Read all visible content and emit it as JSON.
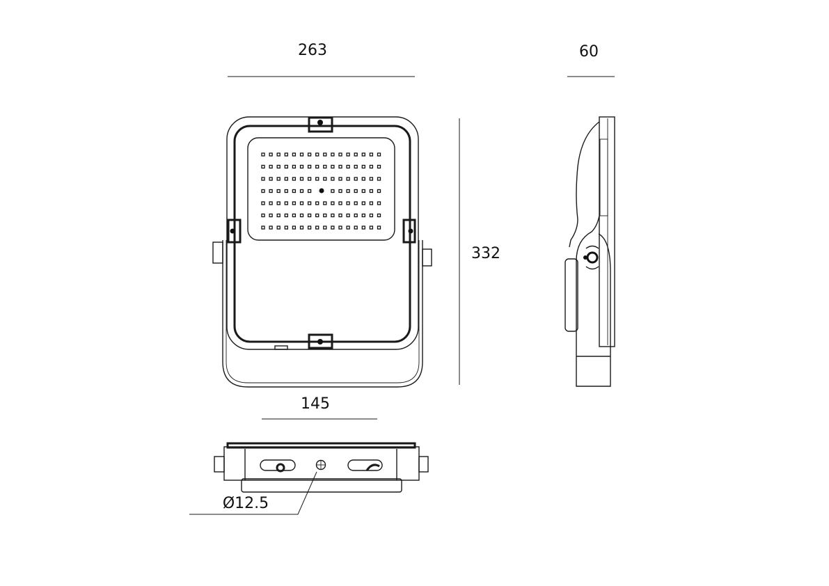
{
  "dimensions": {
    "width": "263",
    "depth": "60",
    "height": "332",
    "bracket_width": "145",
    "hole_diameter": "Ø12.5"
  },
  "led_grid": {
    "rows": 7,
    "columns": 16,
    "sensor_row": 4
  }
}
